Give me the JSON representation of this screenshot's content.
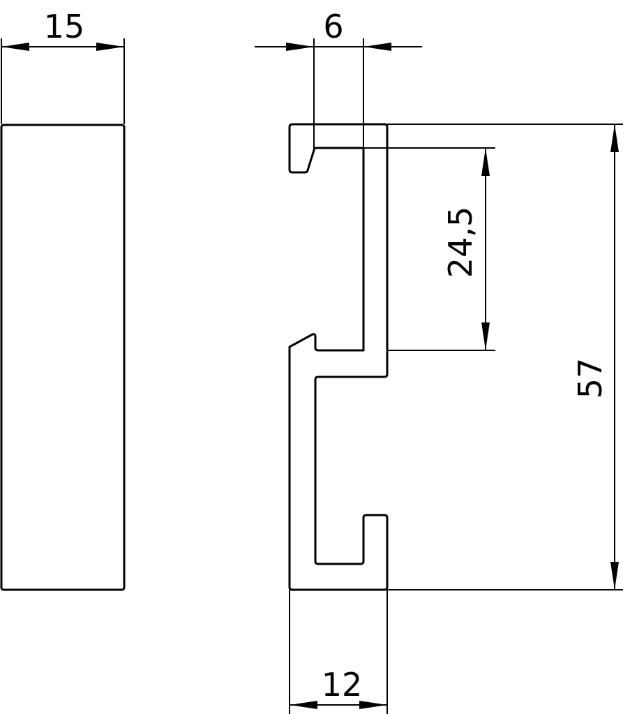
{
  "drawing": {
    "type": "technical-drawing",
    "subject": "rail profile with side view",
    "views": [
      {
        "name": "side-view",
        "shape": "rectangle"
      },
      {
        "name": "profile-section",
        "shape": "C-shaped rail profile with top hook"
      }
    ],
    "dimensions": {
      "side_width": "15",
      "slot_width": "6",
      "hook_opening_height": "24,5",
      "total_height": "57",
      "profile_width": "12"
    },
    "units_implied": "mm",
    "line_color": "#000000",
    "background_color": "#ffffff"
  }
}
